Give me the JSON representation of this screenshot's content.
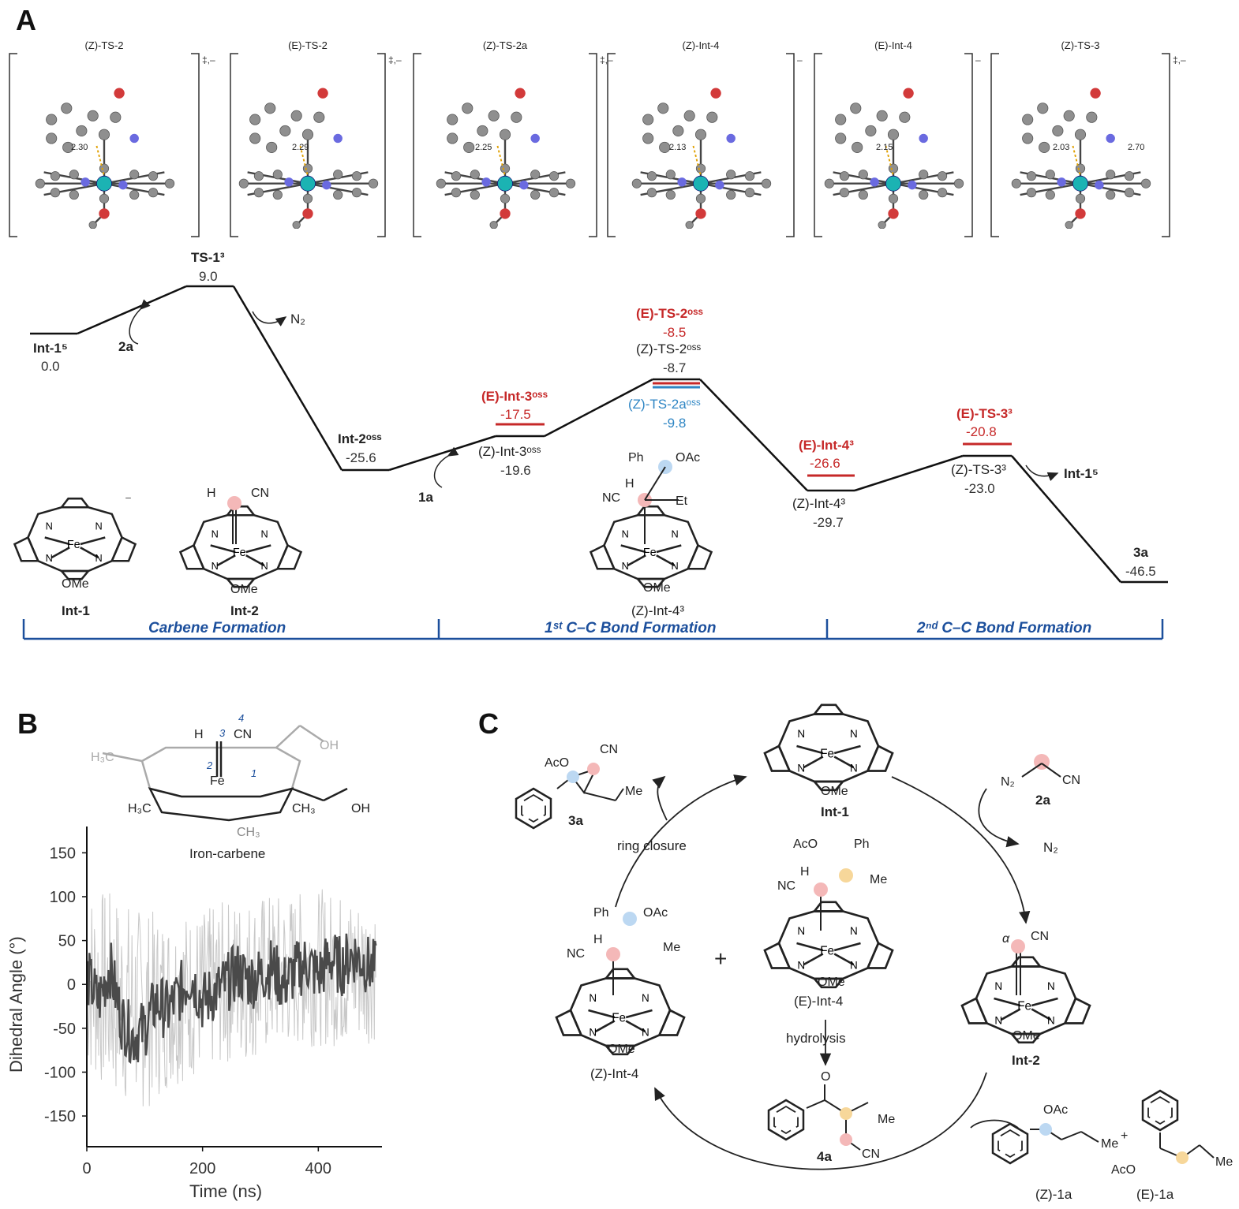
{
  "panels": {
    "a": "A",
    "b": "B",
    "c": "C"
  },
  "structures": [
    {
      "name": "(Z)-TS-2",
      "mark": "‡,–",
      "distances": [
        "2.30"
      ]
    },
    {
      "name": "(E)-TS-2",
      "mark": "‡,–",
      "distances": [
        "2.29"
      ]
    },
    {
      "name": "(Z)-TS-2a",
      "mark": "‡,–",
      "distances": [
        "2.25"
      ]
    },
    {
      "name": "(Z)-Int-4",
      "mark": "–",
      "distances": [
        "2.13"
      ]
    },
    {
      "name": "(E)-Int-4",
      "mark": "–",
      "distances": [
        "2.15"
      ]
    },
    {
      "name": "(Z)-TS-3",
      "mark": "‡,–",
      "distances": [
        "2.03",
        "2.70"
      ]
    }
  ],
  "energy_profile": {
    "levels": [
      {
        "name": "Int-1⁵",
        "value": "0.0"
      },
      {
        "name": "TS-1³",
        "value": "9.0"
      },
      {
        "name": "Int-2ᵒˢˢ",
        "value": "-25.6"
      },
      {
        "name": "(Z)-Int-3ᵒˢˢ",
        "value": "-19.6"
      },
      {
        "name": "(E)-Int-3ᵒˢˢ",
        "value": "-17.5"
      },
      {
        "name": "(E)-TS-2ᵒˢˢ",
        "value": "-8.5"
      },
      {
        "name": "(Z)-TS-2ᵒˢˢ",
        "value": "-8.7"
      },
      {
        "name": "(Z)-TS-2aᵒˢˢ",
        "value": "-9.8"
      },
      {
        "name": "(E)-Int-4³",
        "value": "-26.6"
      },
      {
        "name": "(Z)-Int-4³",
        "value": "-29.7"
      },
      {
        "name": "(E)-TS-3³",
        "value": "-20.8"
      },
      {
        "name": "(Z)-TS-3³",
        "value": "-23.0"
      },
      {
        "name": "3a",
        "value": "-46.5"
      }
    ],
    "arrow_labels": {
      "r2a": "2a",
      "n2": "N₂",
      "r1a": "1a",
      "int1_5": "Int-1⁵"
    },
    "structure_labels": {
      "int1": "Int-1",
      "int2": "Int-2",
      "zint4": "(Z)-Int-4³"
    },
    "sections": [
      "Carbene Formation",
      "1ˢᵗ C–C Bond Formation",
      "2ⁿᵈ C–C Bond Formation"
    ]
  },
  "md_chart": {
    "structure_label": "Iron-carbene",
    "atom_numbers": [
      "1",
      "2",
      "3",
      "4"
    ]
  },
  "chart_data": {
    "type": "line",
    "title": "",
    "xlabel": "Time (ns)",
    "ylabel": "Dihedral Angle (°)",
    "xlim": [
      0,
      510
    ],
    "ylim": [
      -185,
      180
    ],
    "xticks": [
      0,
      200,
      400
    ],
    "yticks": [
      150,
      100,
      50,
      0,
      -50,
      -100,
      -150
    ],
    "series": [
      {
        "style": "raw",
        "color": "#c8c8c8",
        "envelope": {
          "x": [
            0,
            50,
            100,
            150,
            200,
            250,
            300,
            350,
            400,
            450,
            500
          ],
          "y_mean": [
            5,
            -15,
            -30,
            -15,
            -10,
            5,
            10,
            15,
            20,
            15,
            20
          ],
          "y_spread": [
            110,
            120,
            115,
            100,
            95,
            95,
            95,
            90,
            90,
            90,
            85
          ]
        }
      },
      {
        "style": "smoothed",
        "color": "#4a4a4a",
        "x": [
          0,
          20,
          40,
          60,
          80,
          100,
          120,
          140,
          160,
          180,
          200,
          220,
          240,
          260,
          280,
          300,
          320,
          340,
          360,
          380,
          400,
          420,
          440,
          460,
          480,
          500
        ],
        "y": [
          10,
          -20,
          20,
          -40,
          -60,
          -50,
          -20,
          -30,
          -10,
          10,
          -20,
          -10,
          0,
          15,
          5,
          10,
          20,
          0,
          15,
          25,
          10,
          30,
          20,
          35,
          25,
          15
        ]
      }
    ]
  },
  "cycle": {
    "compounds": {
      "int1": "Int-1",
      "int2": "Int-2",
      "zint4": "(Z)-Int-4",
      "eint4": "(E)-Int-4",
      "c3a": "3a",
      "c4a": "4a",
      "c2a": "2a",
      "z1a": "(Z)-1a",
      "e1a": "(E)-1a"
    },
    "labels": {
      "ring_closure": "ring closure",
      "hydrolysis": "hydrolysis",
      "n2": "N₂",
      "plus": "+",
      "alpha": "α"
    }
  }
}
